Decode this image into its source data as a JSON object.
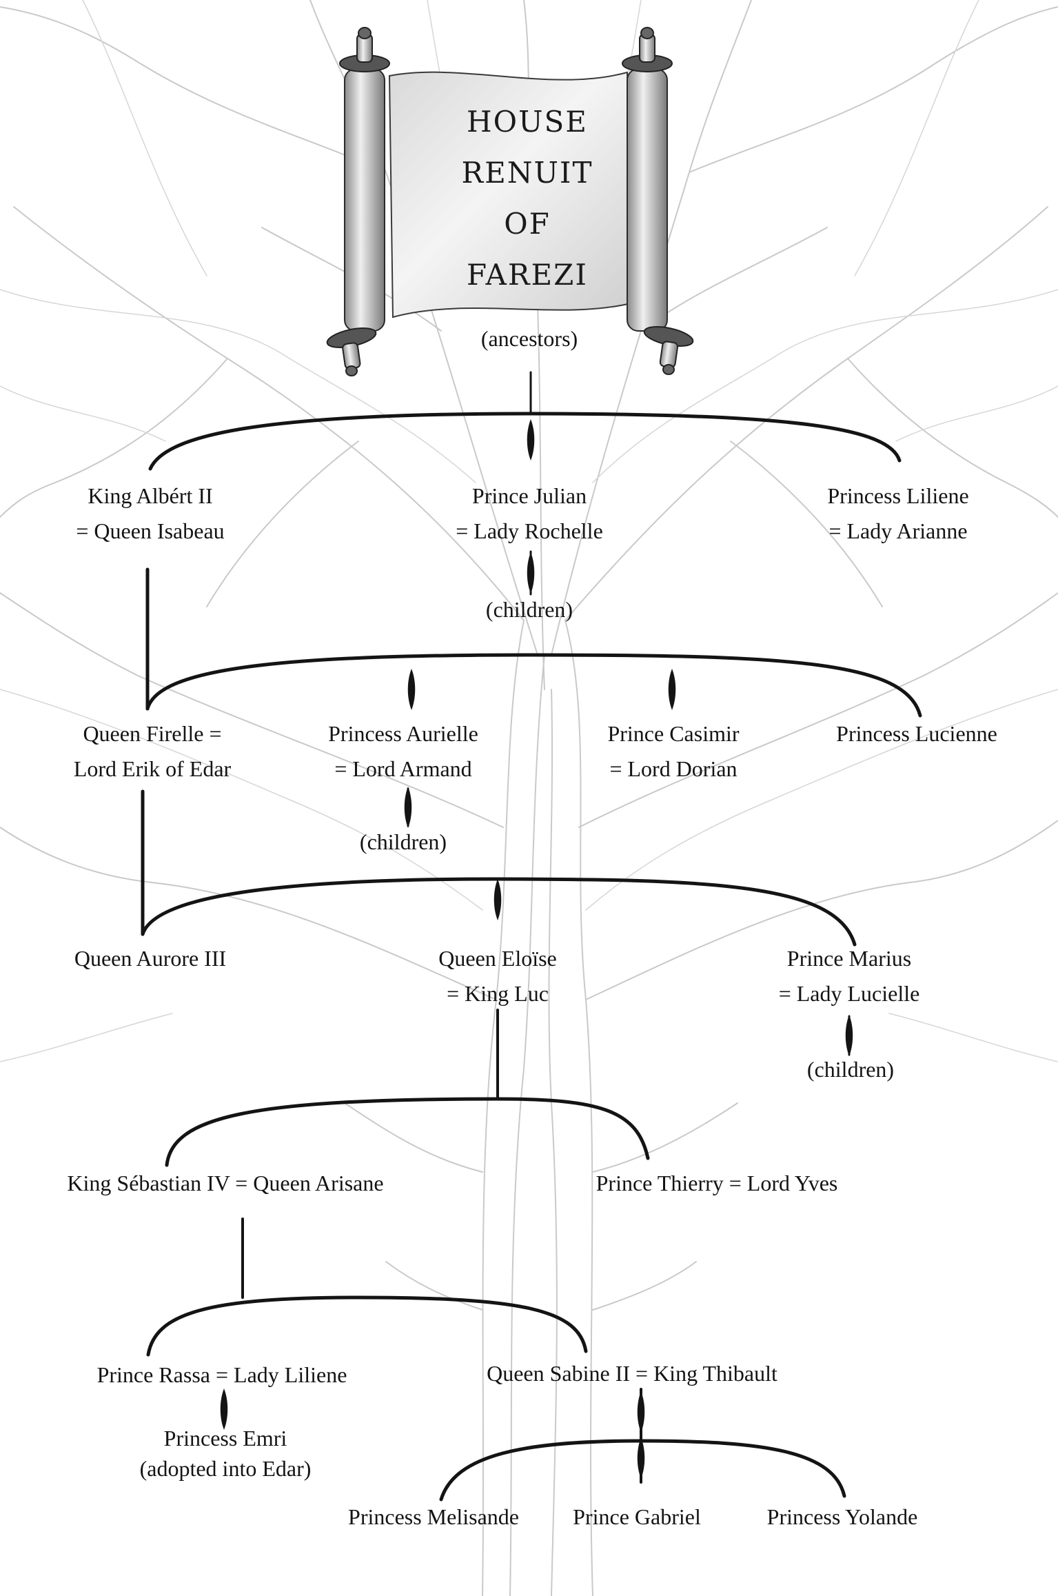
{
  "title": [
    "HOUSE",
    "RENUIT",
    "OF",
    "FAREZI"
  ],
  "nodes": {
    "ancestors": [
      "(ancestors)"
    ],
    "albert": [
      "King Albért II",
      "= Queen Isabeau"
    ],
    "julian": [
      "Prince Julian",
      "= Lady Rochelle"
    ],
    "julian_children": [
      "(children)"
    ],
    "liliene_princess": [
      "Princess Liliene",
      "= Lady Arianne"
    ],
    "firelle": [
      "Queen Firelle =",
      "Lord Erik of Edar"
    ],
    "aurielle": [
      "Princess Aurielle",
      "= Lord Armand"
    ],
    "aurielle_children": [
      "(children)"
    ],
    "casimir": [
      "Prince Casimir",
      "= Lord Dorian"
    ],
    "lucienne": [
      "Princess Lucienne"
    ],
    "aurore": [
      "Queen Aurore III"
    ],
    "eloise": [
      "Queen Eloïse",
      "= King Luc"
    ],
    "marius": [
      "Prince Marius",
      "= Lady Lucielle"
    ],
    "marius_children": [
      "(children)"
    ],
    "sebastian": [
      "King Sébastian IV = Queen Arisane"
    ],
    "thierry": [
      "Prince Thierry = Lord Yves"
    ],
    "rassa": [
      "Prince Rassa = Lady Liliene"
    ],
    "emri": [
      "Princess Emri",
      "(adopted into Edar)"
    ],
    "sabine": [
      "Queen Sabine II = King Thibault"
    ],
    "melisande": [
      "Princess Melisande"
    ],
    "gabriel": [
      "Prince Gabriel"
    ],
    "yolande": [
      "Princess Yolande"
    ]
  },
  "colors": {
    "ink": "#141414",
    "sketch": "#c9c9c9",
    "parchment": "#e9e9e9"
  }
}
